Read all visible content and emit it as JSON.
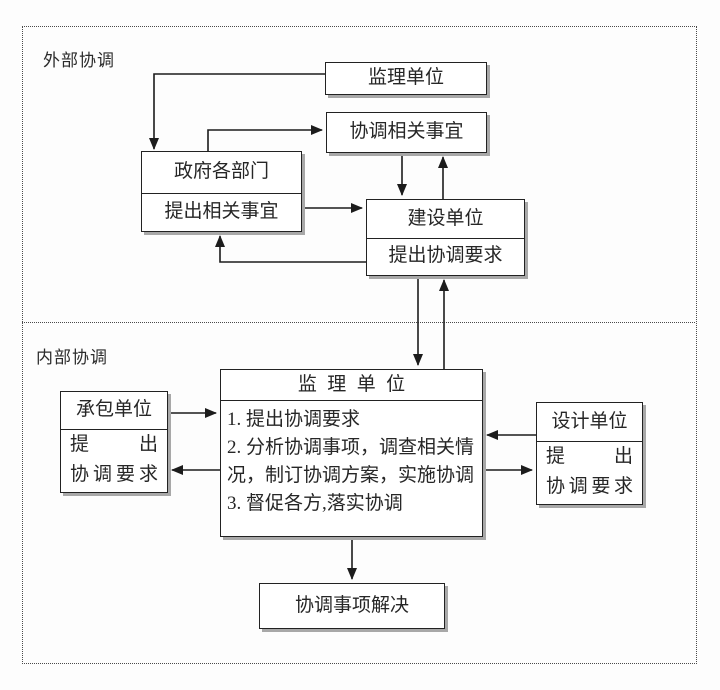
{
  "colors": {
    "line": "#1c1c1c",
    "text": "#262626",
    "box_border": "#222222",
    "box_shadow": "#a8a8a8",
    "background": "#fdfdfd"
  },
  "sections": {
    "external_label": "外部协调",
    "internal_label": "内部协调"
  },
  "boxes": {
    "supervision_external": {
      "title": "监理单位"
    },
    "coordinate_matters": {
      "title": "协调相关事宜"
    },
    "government": {
      "title": "政府各部门",
      "note": "提出相关事宜"
    },
    "construction": {
      "title": "建设单位",
      "note": "提出协调要求"
    },
    "contractor": {
      "title": "承包单位",
      "request_line1": "提出",
      "request_line2": "协调要求"
    },
    "supervision_internal": {
      "title": "监理单位",
      "duties": [
        "1. 提出协调要求",
        "2. 分析协调事项，调查相关情况，制订协调方案，实施协调",
        "3. 督促各方,落实协调"
      ]
    },
    "design": {
      "title": "设计单位",
      "request_line1": "提出",
      "request_line2": "协调要求"
    },
    "resolved": {
      "title": "协调事项解决"
    }
  }
}
